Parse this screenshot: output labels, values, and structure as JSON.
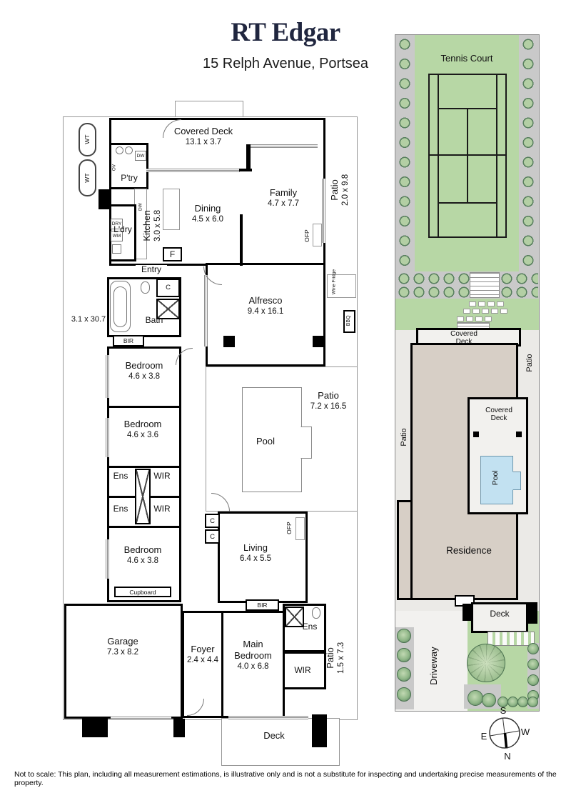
{
  "header": {
    "brand": "RT Edgar",
    "address": "15 Relph Avenue, Portsea"
  },
  "fp": {
    "covered_deck": {
      "name": "Covered Deck",
      "dims": "13.1 x 3.7"
    },
    "family": {
      "name": "Family",
      "dims": "4.7 x 7.7"
    },
    "patio_top": {
      "name": "Patio",
      "dims": "2.0 x 9.8"
    },
    "ptry": "P'try",
    "dining": {
      "name": "Dining",
      "dims": "4.5 x 6.0"
    },
    "kitchen": {
      "name": "Kitchen",
      "dims": "3.0 x 5.8"
    },
    "ldry": "L'dry",
    "entry": "Entry",
    "bath": "Bath",
    "side_dims": "3.1 x 30.7",
    "alfresco": {
      "name": "Alfresco",
      "dims": "9.4 x 16.1"
    },
    "wine_fridge": "Wine Fridge",
    "bbq": "BBQ",
    "ofp": "OFP",
    "bedroom_a": {
      "name": "Bedroom",
      "dims": "4.6 x 3.8"
    },
    "bedroom_b": {
      "name": "Bedroom",
      "dims": "4.6 x 3.6"
    },
    "bedroom_c": {
      "name": "Bedroom",
      "dims": "4.6 x 3.8"
    },
    "ens": "Ens",
    "wir": "WIR",
    "bir": "BIR",
    "c": "C",
    "cupboard": "Cupboard",
    "patio_pool": {
      "name": "Patio",
      "dims": "7.2 x 16.5"
    },
    "pool": "Pool",
    "living": {
      "name": "Living",
      "dims": "6.4 x 5.5"
    },
    "garage": {
      "name": "Garage",
      "dims": "7.3 x 8.2"
    },
    "foyer": {
      "name": "Foyer",
      "dims": "2.4 x 4.4"
    },
    "main_bedroom": {
      "name": "Main Bedroom",
      "dims": "4.0 x 6.8"
    },
    "patio_bottom": {
      "name": "Patio",
      "dims": "1.5 x 7.3"
    },
    "deck": "Deck",
    "wt": "WT",
    "dw": "DW",
    "ov": "OV",
    "dry": "DRY",
    "wm": "WM",
    "f": "F"
  },
  "site": {
    "tennis_court": "Tennis Court",
    "covered_deck": "Covered Deck",
    "patio": "Patio",
    "pool": "Pool",
    "residence": "Residence",
    "deck": "Deck",
    "driveway": "Driveway"
  },
  "compass": {
    "n": "N",
    "s": "S",
    "e": "E",
    "w": "W"
  },
  "footer": {
    "disclaimer": "Not to scale: This plan, including all measurement estimations, is illustrative only and is not a substitute for inspecting and undertaking precise measurements of the property."
  },
  "colors": {
    "brand_navy": "#20263f",
    "site_green": "#b7d7a5",
    "tree_green": "#587f5e",
    "residence_beige": "#d7cfc6",
    "pool_blue": "#c2e1f1",
    "wall_black": "#000000"
  }
}
